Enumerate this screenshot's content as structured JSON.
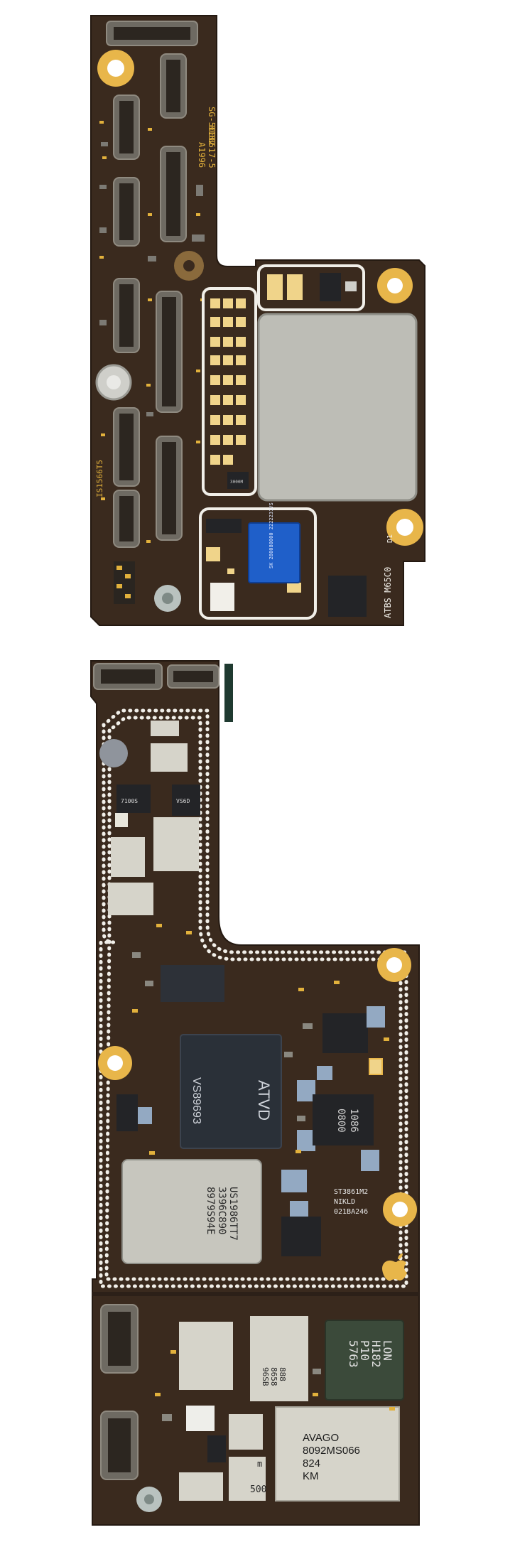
{
  "image": {
    "description_free_labels": true
  },
  "colors": {
    "background": "#ffffff",
    "board": "#3a2a1e",
    "board_edge": "#241911",
    "shield_can": "#bdbdb6",
    "shield_can_edge": "#8f8f88",
    "gold_pad": "#e8b64a",
    "connector": "#6e6a62",
    "blue_chip": "#1f5fc9",
    "silk_white": "#f1efe9",
    "silk_yellow": "#e2b13c",
    "dark_chip": "#232427",
    "watermark": "#d8d8d8"
  },
  "top_board": {
    "silk_vertical_1": "SG-5000617-5",
    "silk_vertical_2": "8182",
    "silk_vertical_3": "A1996",
    "silk_left": "IS1566T5",
    "silk_right_bottom": "ATBS M65C0",
    "silk_d1": "D1",
    "blue_chip_text": "SK 280080000 2222231VS",
    "small_chip_text": "3000M"
  },
  "bottom_board": {
    "cpu_text_1": "ATVD",
    "cpu_text_2": "VS89693",
    "chip_a_text_1": "US1986TT7",
    "chip_a_text_2": "3396C890",
    "chip_a_text_3": "8979S94E",
    "chip_b_text_1": "ST3861M2",
    "chip_b_text_2": "NIKLD",
    "chip_b_text_3": "021BA246",
    "chip_c_text_1": "1086",
    "chip_c_text_2": "0800",
    "chip_d_text_1": "H182",
    "chip_d_text_2": "P10",
    "chip_d_text_3": "5763",
    "chip_d_text_4": "LON",
    "chip_e_text_1": "888",
    "chip_e_text_2": "8658",
    "chip_e_text_3": "96SB",
    "avago_line_1": "AVAGO",
    "avago_line_2": "8092MS066",
    "avago_line_3": "824",
    "avago_line_4": "KM",
    "small_silk_500": "500",
    "small_silk_m": "m",
    "small_chip_1": "7100S",
    "small_chip_2": "VS6D"
  }
}
